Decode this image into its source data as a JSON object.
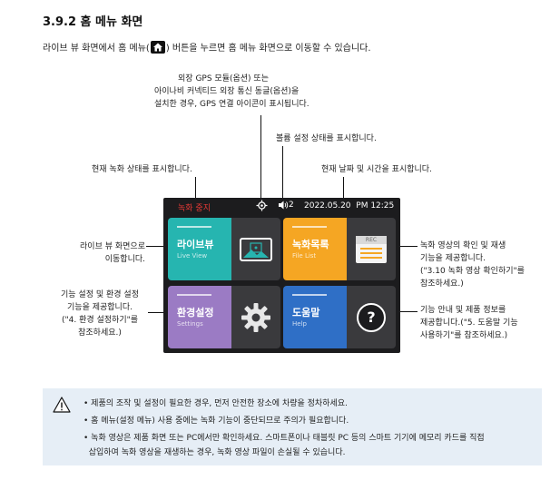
{
  "heading": "3.9.2 홈 메뉴 화면",
  "intro": {
    "before": "라이브 뷰 화면에서 홈 메뉴(",
    "after": ") 버튼을 누르면 홈 메뉴 화면으로 이동할 수 있습니다."
  },
  "callouts": {
    "gps": [
      "외장 GPS 모듈(옵션) 또는",
      "아이나비 커넥티드 외장 통신 동글(옵션)을",
      "설치한 경우, GPS 연결 아이콘이 표시됩니다."
    ],
    "volume": "볼륨 설정 상태를 표시합니다.",
    "recording": "현재 녹화 상태를 표시합니다.",
    "datetime": "현재 날짜 및 시간을 표시합니다.",
    "liveview": [
      "라이브 뷰 화면으로",
      "이동합니다."
    ],
    "settings": [
      "기능 설정 및 환경 설정",
      "기능을 제공합니다.",
      "(\"4. 환경 설정하기\"를",
      "참조하세요.)"
    ],
    "recordings": [
      "녹화 영상의 확인 및 재생",
      "기능을 제공합니다.",
      "(\"3.10 녹화 영상 확인하기\"를",
      "참조하세요.)"
    ],
    "help": [
      "기능 안내 및 제품 정보를",
      "제공합니다.(\"5. 도움말 기능",
      "사용하기\"를 참조하세요.)"
    ]
  },
  "screen": {
    "rec_status": "녹화 중지",
    "volume_level": "2",
    "date": "2022.05.20",
    "time": "PM 12:25",
    "tiles": [
      {
        "title": "라이브뷰",
        "subtitle": "Live View",
        "color": "#26b5b0",
        "icon": "liveview-icon"
      },
      {
        "title": "녹화목록",
        "subtitle": "File List",
        "color": "#f5a623",
        "icon": "rec-file-icon",
        "icon_text": "REC"
      },
      {
        "title": "환경설정",
        "subtitle": "Settings",
        "color": "#9b7bc4",
        "icon": "gear-icon"
      },
      {
        "title": "도움말",
        "subtitle": "Help",
        "color": "#2f6fc6",
        "icon": "help-icon",
        "icon_text": "?"
      }
    ]
  },
  "notices": [
    "• 제품의 조작 및 설정이 필요한 경우, 먼저 안전한 장소에 차량을 정차하세요.",
    "• 홈 메뉴(설정 메뉴) 사용 중에는 녹화 기능이 중단되므로 주의가 필요합니다.",
    "• 녹화 영상은 제품 화면 또는 PC에서만 확인하세요. 스마트폰이나 태블릿 PC 등의 스마트 기기에 메모리 카드를 직접",
    "  삽입하여 녹화 영상을 재생하는 경우, 녹화 영상 파일이 손실될 수 있습니다."
  ]
}
